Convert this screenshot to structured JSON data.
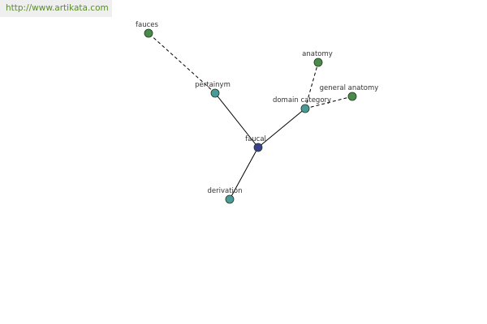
{
  "watermark": {
    "text": "http://www.artikata.com",
    "color": "#5a8c2a"
  },
  "colors": {
    "center_node": "#3b3f8f",
    "relation_node": "#4a9a9a",
    "leaf_node": "#4a8a4a",
    "node_stroke": "#1f3a1f",
    "edge": "#000000"
  },
  "graph": {
    "nodes": [
      {
        "id": "faucal",
        "label": "faucal",
        "kind": "center"
      },
      {
        "id": "pertainym",
        "label": "pertainym",
        "kind": "relation"
      },
      {
        "id": "domain-category",
        "label": "domain category",
        "kind": "relation"
      },
      {
        "id": "derivation",
        "label": "derivation",
        "kind": "relation"
      },
      {
        "id": "fauces",
        "label": "fauces",
        "kind": "leaf"
      },
      {
        "id": "anatomy",
        "label": "anatomy",
        "kind": "leaf"
      },
      {
        "id": "general-anatomy",
        "label": "general anatomy",
        "kind": "leaf"
      }
    ],
    "edges": [
      {
        "from": "faucal",
        "to": "pertainym",
        "style": "solid"
      },
      {
        "from": "faucal",
        "to": "domain-category",
        "style": "solid"
      },
      {
        "from": "faucal",
        "to": "derivation",
        "style": "solid"
      },
      {
        "from": "pertainym",
        "to": "fauces",
        "style": "dashed"
      },
      {
        "from": "domain-category",
        "to": "anatomy",
        "style": "dashed"
      },
      {
        "from": "domain-category",
        "to": "general-anatomy",
        "style": "dashed"
      }
    ]
  }
}
